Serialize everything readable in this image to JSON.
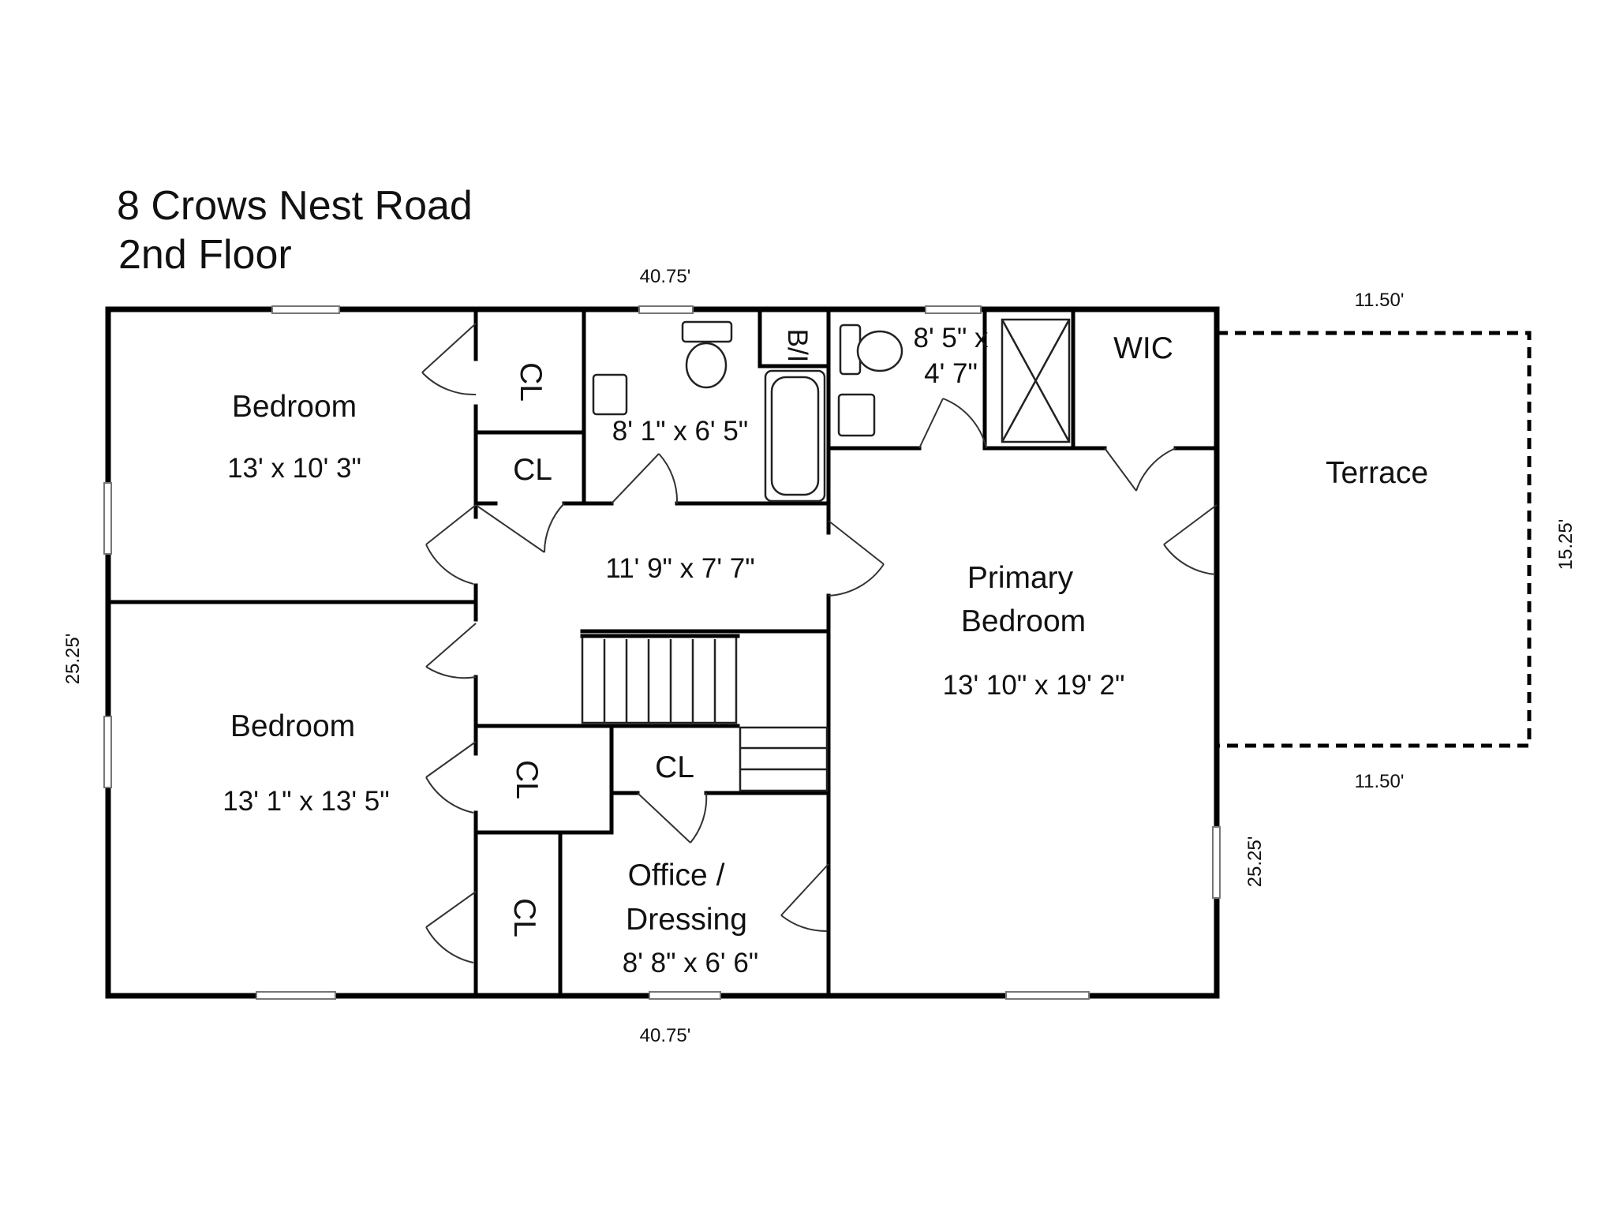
{
  "header": {
    "address": "8 Crows Nest Road",
    "floor": "2nd Floor"
  },
  "exterior_dims": {
    "top": "40.75'",
    "bottom": "40.75'",
    "left": "25.25'",
    "right": "25.25'",
    "terrace_top": "11.50'",
    "terrace_bottom": "11.50'",
    "terrace_side": "15.25'"
  },
  "rooms": {
    "bedroom1": {
      "name": "Bedroom",
      "size": "13' x 10' 3\""
    },
    "bedroom2": {
      "name": "Bedroom",
      "size": "13' 1\" x 13' 5\""
    },
    "closet_label": "CL",
    "bath_main_size": "8' 1\" x 6' 5\"",
    "built_in": "B/I",
    "bath_primary_size_line1": "8' 5\" x",
    "bath_primary_size_line2": "4' 7\"",
    "wic": "WIC",
    "hall_size": "11' 9\" x 7' 7\"",
    "primary": {
      "name_line1": "Primary",
      "name_line2": "Bedroom",
      "size": "13' 10\" x 19' 2\""
    },
    "office": {
      "name_line1": "Office /",
      "name_line2": "Dressing",
      "size": "8' 8\" x 6' 6\""
    },
    "terrace": "Terrace"
  }
}
